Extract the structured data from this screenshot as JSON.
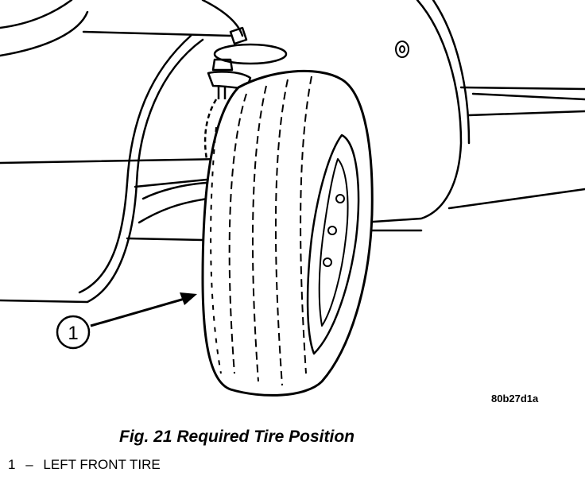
{
  "figure": {
    "callout_number": "1",
    "reference_code": "80b27d1a",
    "caption": "Fig. 21 Required Tire Position"
  },
  "legend": {
    "number": "1",
    "separator": "–",
    "label": "LEFT FRONT TIRE"
  }
}
